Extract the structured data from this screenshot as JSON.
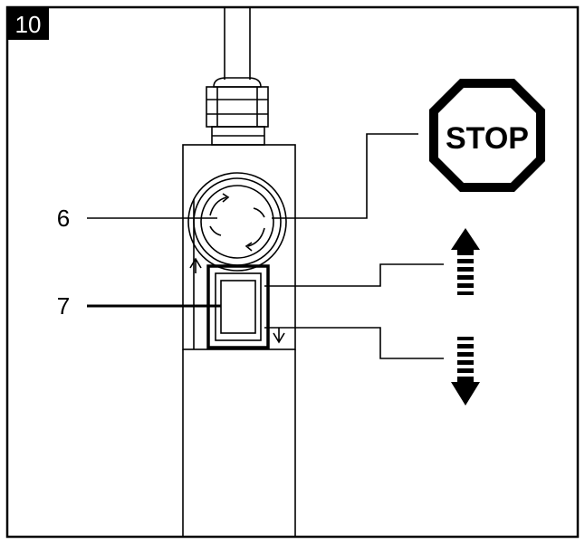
{
  "figure_number": "10",
  "stop_sign_text": "STOP",
  "callouts": [
    {
      "number": "6"
    },
    {
      "number": "7"
    }
  ],
  "colors": {
    "ink": "#000000",
    "paper": "#ffffff"
  }
}
